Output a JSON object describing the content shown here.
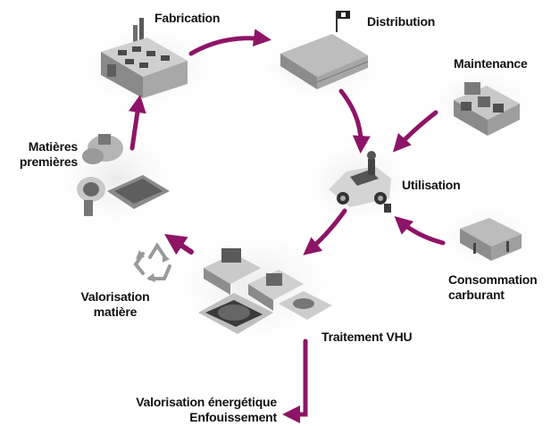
{
  "colors": {
    "arrow": "#8e1466",
    "dotted_arrow": "#8e1466",
    "recycle": "#9a9a9a",
    "halo": "#eeeeee"
  },
  "stages": {
    "fabrication": {
      "label": "Fabrication",
      "icon": "factory-icon"
    },
    "distribution": {
      "label": "Distribution",
      "icon": "dealership-icon"
    },
    "maintenance": {
      "label": "Maintenance",
      "icon": "garage-icon"
    },
    "utilisation": {
      "label": "Utilisation",
      "icon": "car-icon"
    },
    "consommation": {
      "line1": "Consommation",
      "line2": "carburant",
      "icon": "fuel-station-icon"
    },
    "traitement": {
      "label": "Traitement VHU",
      "icon": "recycling-plant-icon"
    },
    "valorisation_matiere": {
      "line1": "Valorisation",
      "line2": "matière",
      "icon": "recycle-icon"
    },
    "matieres_premieres": {
      "line1": "Matières",
      "line2": "premières",
      "icon": "raw-materials-icon"
    },
    "valorisation_energetique": {
      "line1": "Valorisation énergétique",
      "line2": "Enfouissement"
    }
  }
}
